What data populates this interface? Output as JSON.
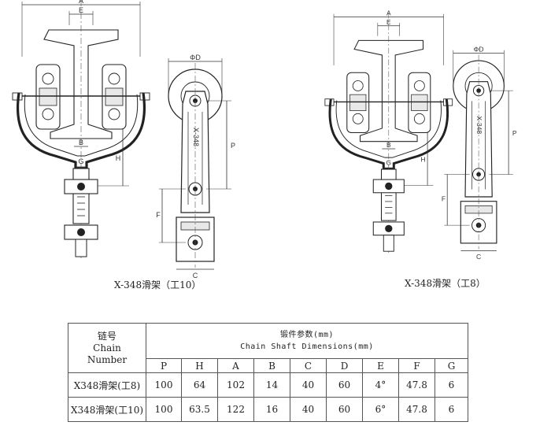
{
  "drawings": [
    {
      "caption": "X-348滑架（工10）",
      "front_labels": {
        "a": "A",
        "e": "E",
        "b": "B",
        "g": "G",
        "h": "H"
      },
      "side_labels": {
        "d": "ΦD",
        "p": "P",
        "f": "F",
        "c": "C",
        "mark": "X-348"
      }
    },
    {
      "caption": "X-348滑架（工8）",
      "front_labels": {
        "a": "A",
        "e": "E",
        "b": "B",
        "g": "G",
        "h": "H"
      },
      "side_labels": {
        "d": "ΦD",
        "p": "P",
        "f": "F",
        "c": "C",
        "mark": "X-348"
      }
    }
  ],
  "table": {
    "chain_header_cn": "链号",
    "chain_header_en_1": "Chain",
    "chain_header_en_2": "Number",
    "params_header_cn": "锻件参数(mm)",
    "params_header_en": "Chain Shaft Dimensions(mm)",
    "columns": [
      "P",
      "H",
      "A",
      "B",
      "C",
      "D",
      "E",
      "F",
      "G"
    ],
    "rows": [
      {
        "name": "X348滑架(工8)",
        "values": [
          "100",
          "64",
          "102",
          "14",
          "40",
          "60",
          "4°",
          "47.8",
          "6"
        ]
      },
      {
        "name": "X348滑架(工10)",
        "values": [
          "100",
          "63.5",
          "122",
          "16",
          "40",
          "60",
          "6°",
          "47.8",
          "6"
        ]
      }
    ]
  }
}
